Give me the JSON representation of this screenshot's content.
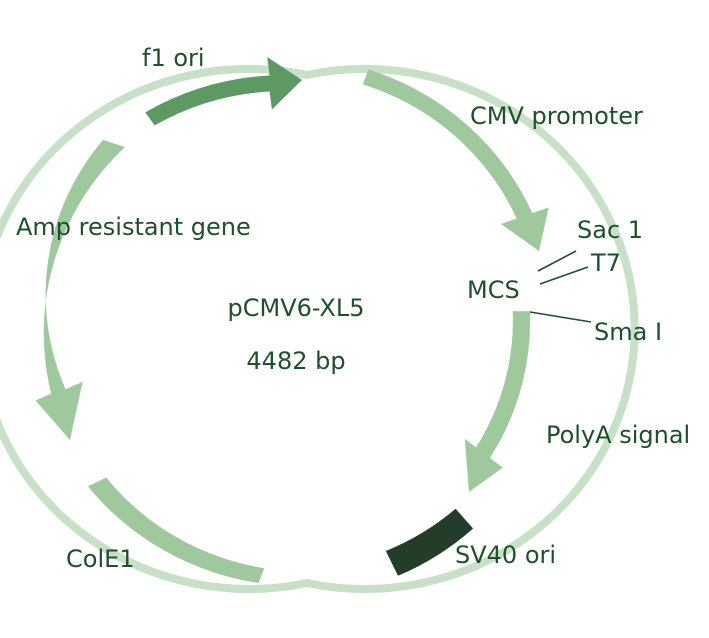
{
  "plasmid": {
    "name": "pCMV6-XL5",
    "size": "4482 bp"
  },
  "labels": {
    "f1_ori": "f1 ori",
    "cmv_promoter": "CMV promoter",
    "sac1": "Sac 1",
    "t7": "T7",
    "mcs": "MCS",
    "sma1": "Sma I",
    "polya_signal": "PolyA signal",
    "sv40_ori": "SV40 ori",
    "cole1": "ColE1",
    "amp_resistant_gene": "Amp resistant gene"
  },
  "colors": {
    "backbone": "#c8e0c7",
    "light_feature": "#9fc99c",
    "medium_feature": "#5d9a63",
    "dark_feature": "#233d28",
    "text": "#1f4f2d"
  }
}
